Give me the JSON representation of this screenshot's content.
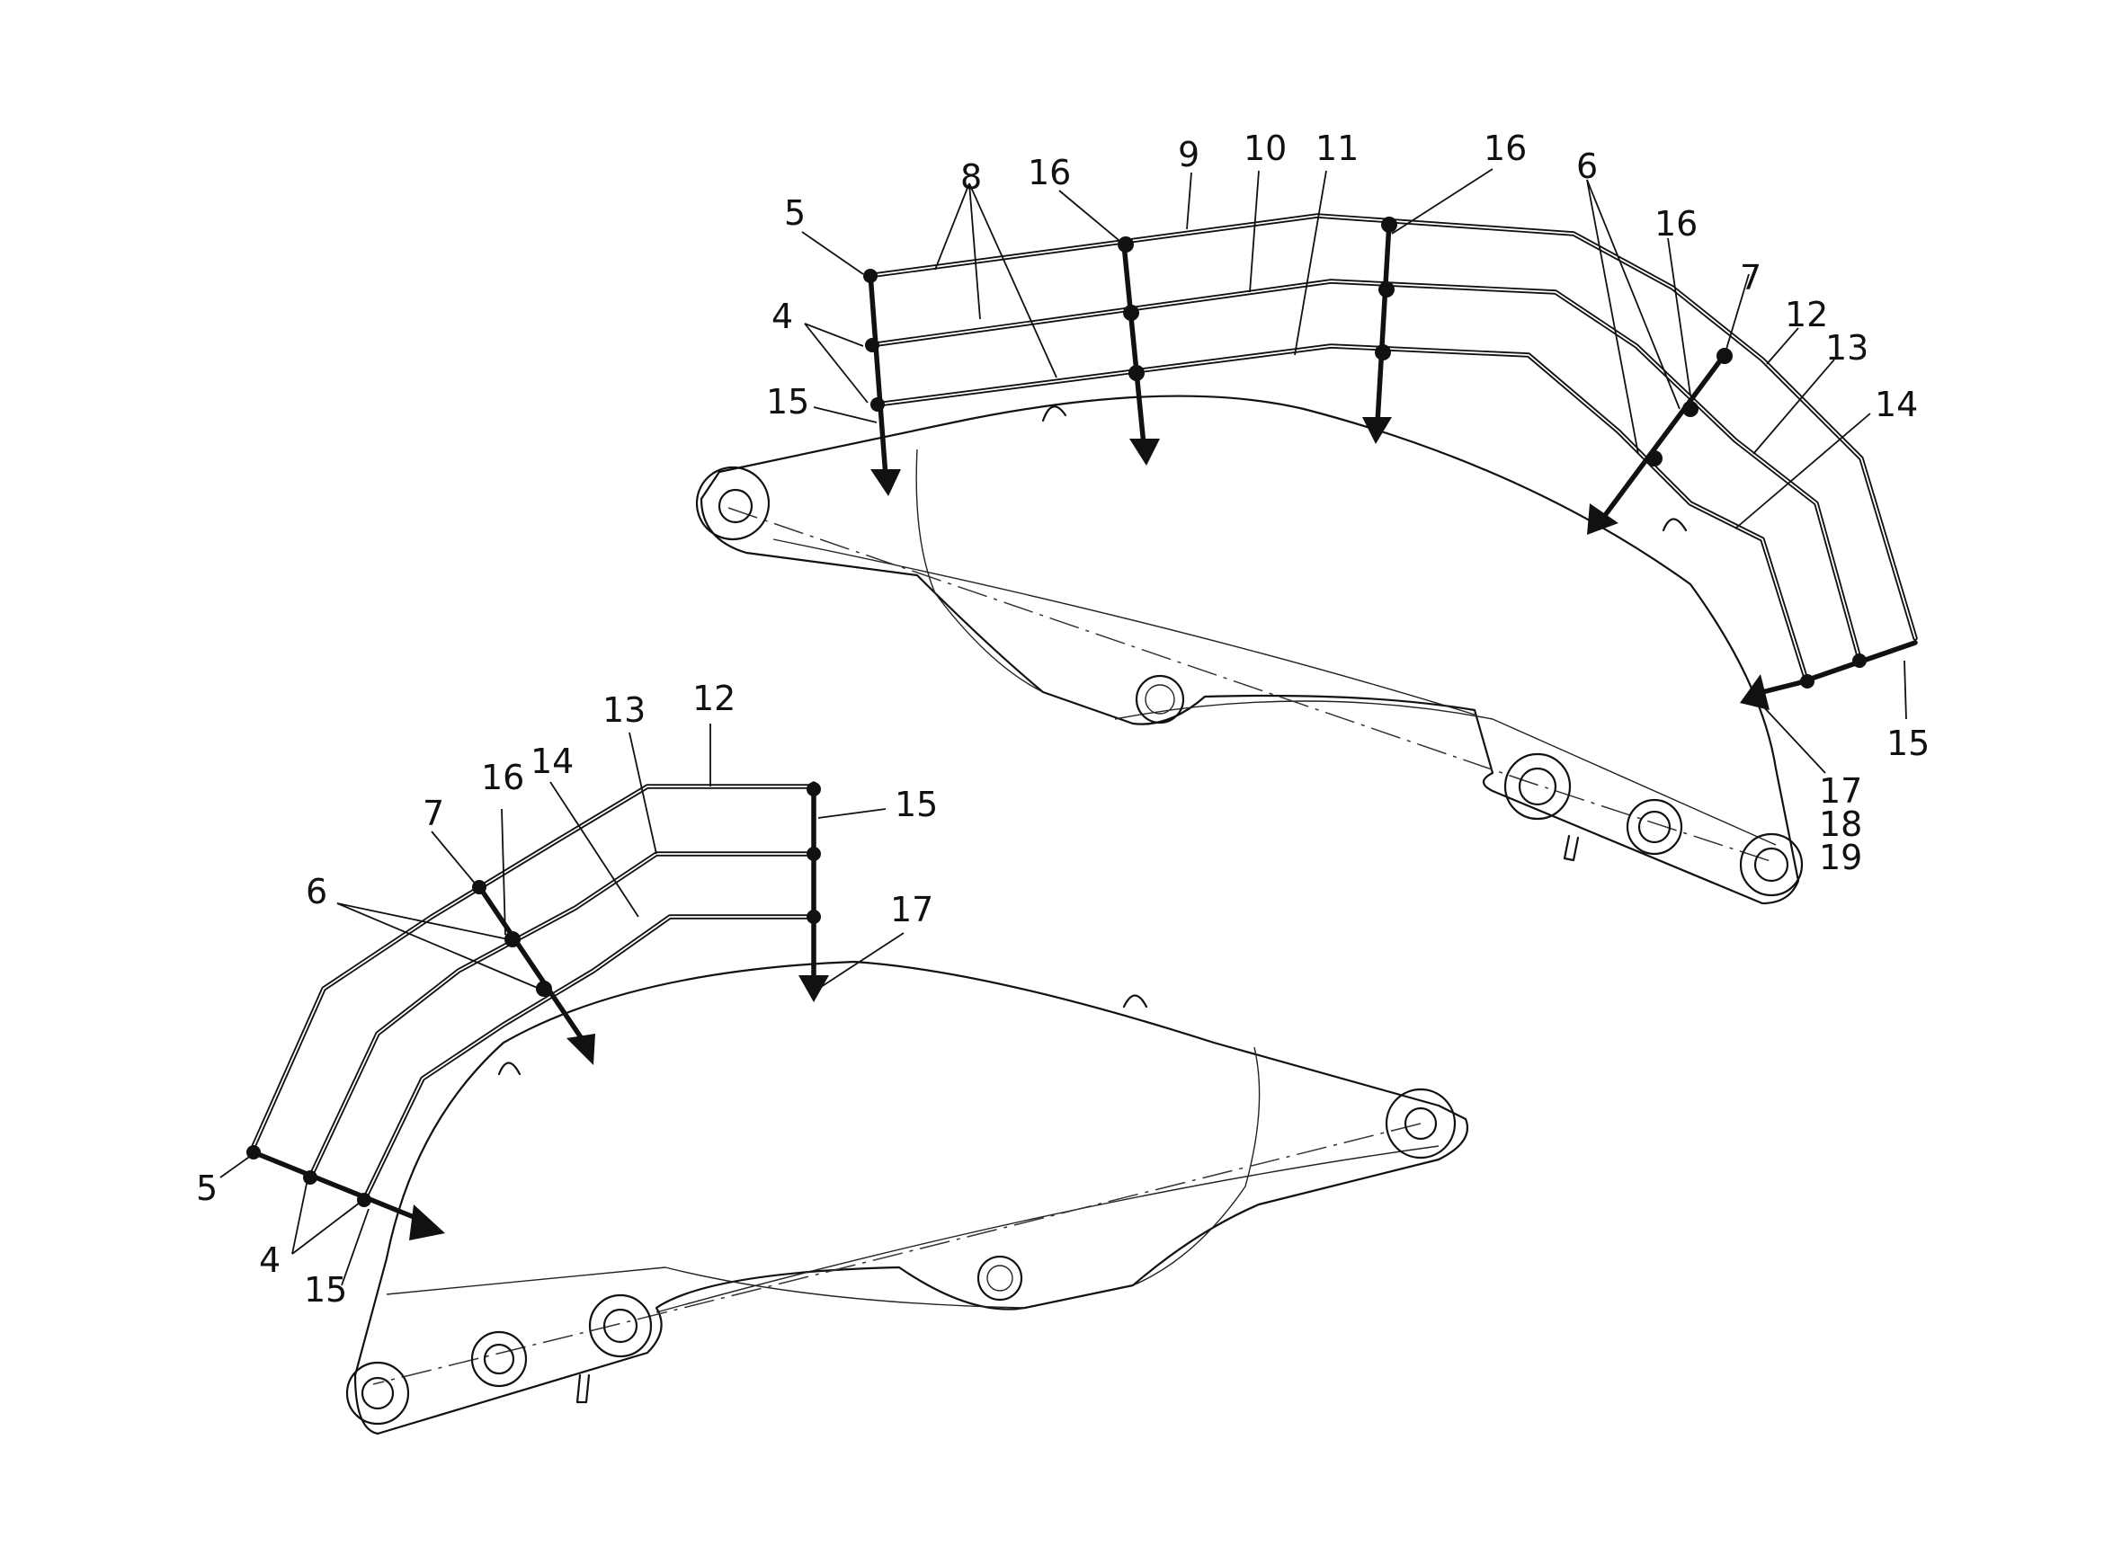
{
  "upper_boom": {
    "callouts": [
      {
        "id": "u-5",
        "text": "5"
      },
      {
        "id": "u-8",
        "text": "8"
      },
      {
        "id": "u-16a",
        "text": "16"
      },
      {
        "id": "u-9",
        "text": "9"
      },
      {
        "id": "u-10",
        "text": "10"
      },
      {
        "id": "u-11",
        "text": "11"
      },
      {
        "id": "u-16b",
        "text": "16"
      },
      {
        "id": "u-6",
        "text": "6"
      },
      {
        "id": "u-16c",
        "text": "16"
      },
      {
        "id": "u-7",
        "text": "7"
      },
      {
        "id": "u-12",
        "text": "12"
      },
      {
        "id": "u-13",
        "text": "13"
      },
      {
        "id": "u-14",
        "text": "14"
      },
      {
        "id": "u-4",
        "text": "4"
      },
      {
        "id": "u-15a",
        "text": "15"
      },
      {
        "id": "u-15b",
        "text": "15"
      },
      {
        "id": "u-17",
        "text": "17"
      },
      {
        "id": "u-18",
        "text": "18"
      },
      {
        "id": "u-19",
        "text": "19"
      }
    ]
  },
  "lower_boom": {
    "callouts": [
      {
        "id": "l-12",
        "text": "12"
      },
      {
        "id": "l-13",
        "text": "13"
      },
      {
        "id": "l-16",
        "text": "16"
      },
      {
        "id": "l-14",
        "text": "14"
      },
      {
        "id": "l-7",
        "text": "7"
      },
      {
        "id": "l-15a",
        "text": "15"
      },
      {
        "id": "l-6",
        "text": "6"
      },
      {
        "id": "l-17",
        "text": "17"
      },
      {
        "id": "l-5",
        "text": "5"
      },
      {
        "id": "l-4",
        "text": "4"
      },
      {
        "id": "l-15b",
        "text": "15"
      }
    ]
  }
}
